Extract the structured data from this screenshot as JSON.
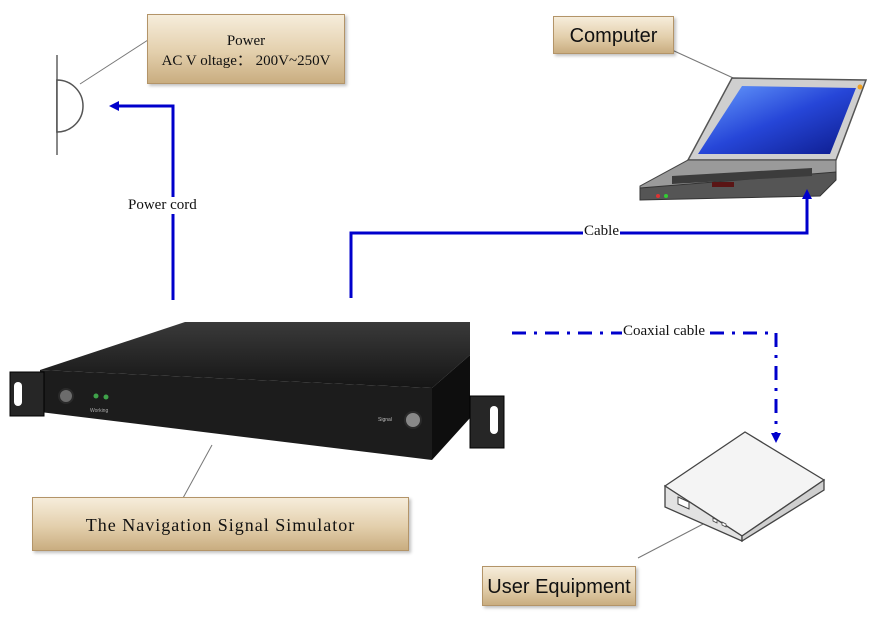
{
  "nodes": {
    "power": {
      "title": "Power",
      "detail": "AC V oltage： 200V~250V"
    },
    "computer": {
      "label": "Computer"
    },
    "simulator": {
      "label": "The Navigation Signal Simulator"
    },
    "user_equipment": {
      "label": "User Equipment"
    }
  },
  "simulator_panel": {
    "left_indicator": "Working",
    "right_port": "Signal"
  },
  "edges": {
    "power_cord": "Power cord",
    "cable": "Cable",
    "coaxial_cable": "Coaxial cable"
  },
  "colors": {
    "connector": "#0000cc",
    "label_box_top": "#f6eddb",
    "label_box_bottom": "#c9ad80",
    "device_body": "#1c1c1c",
    "laptop_screen": "#2646d8"
  },
  "icons": [
    "power-outlet-icon",
    "laptop-icon",
    "rack-device-icon",
    "receiver-box-icon"
  ]
}
